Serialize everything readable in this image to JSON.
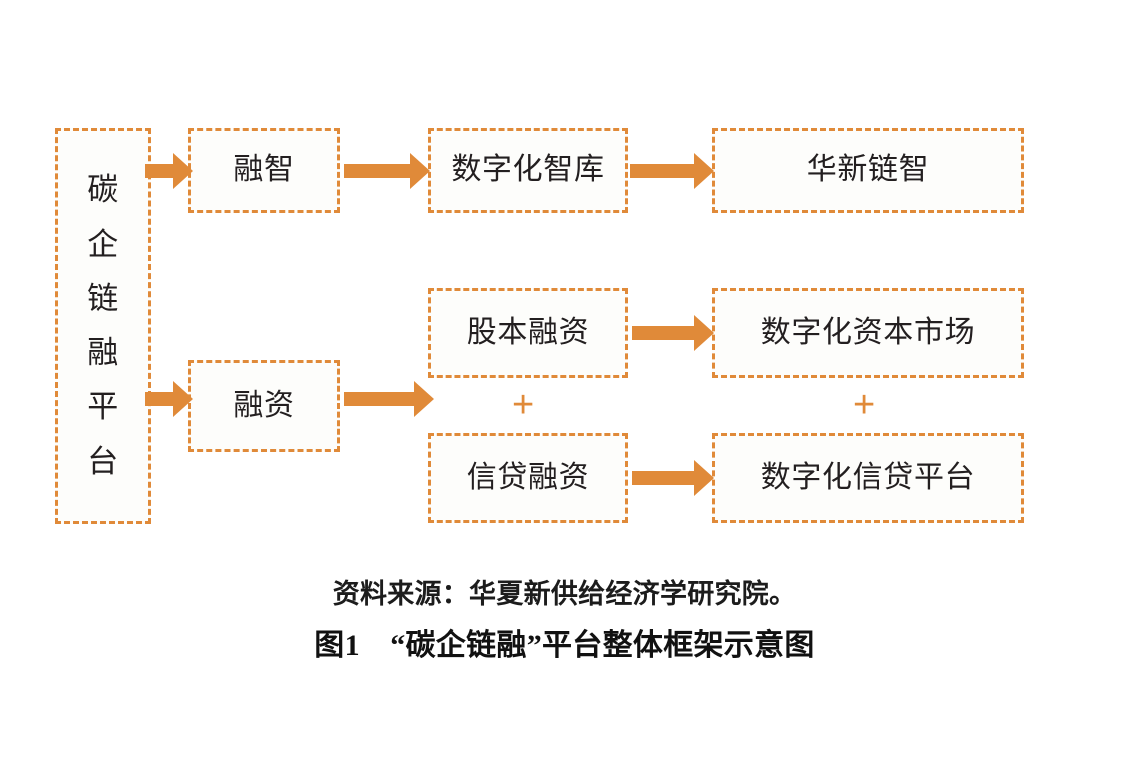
{
  "figure": {
    "accent_color": "#e08a39",
    "box_fill": "#fdfdfb",
    "text_color": "#231f20",
    "nodes": {
      "platform": "碳\n企\n链\n融\n平\n台",
      "rongzhi": "融智",
      "think_tank": "数字化智库",
      "huaxin": "华新链智",
      "financing": "融资",
      "equity": "股本融资",
      "credit": "信贷融资",
      "capital_market": "数字化资本市场",
      "credit_platform": "数字化信贷平台"
    },
    "connectors": {
      "plus_left": "+",
      "plus_right": "+"
    }
  },
  "caption": {
    "source": "资料来源：华夏新供给经济学研究院。",
    "title": "图1　“碳企链融”平台整体框架示意图"
  },
  "chart_data": {
    "type": "diagram",
    "title": "图1　“碳企链融”平台整体框架示意图",
    "source": "资料来源：华夏新供给经济学研究院。",
    "nodes": [
      {
        "id": "platform",
        "label": "碳企链融平台",
        "orientation": "vertical",
        "column": 0
      },
      {
        "id": "rongzhi",
        "label": "融智",
        "column": 1,
        "row": "top"
      },
      {
        "id": "think_tank",
        "label": "数字化智库",
        "column": 2,
        "row": "top"
      },
      {
        "id": "huaxin",
        "label": "华新链智",
        "column": 3,
        "row": "top"
      },
      {
        "id": "financing",
        "label": "融资",
        "column": 1,
        "row": "bottom"
      },
      {
        "id": "equity",
        "label": "股本融资",
        "column": 2,
        "row": "bottom-upper"
      },
      {
        "id": "credit",
        "label": "信贷融资",
        "column": 2,
        "row": "bottom-lower"
      },
      {
        "id": "capital_market",
        "label": "数字化资本市场",
        "column": 3,
        "row": "bottom-upper"
      },
      {
        "id": "credit_platform",
        "label": "数字化信贷平台",
        "column": 3,
        "row": "bottom-lower"
      }
    ],
    "edges": [
      {
        "from": "platform",
        "to": "rongzhi",
        "type": "block-arrow"
      },
      {
        "from": "rongzhi",
        "to": "think_tank",
        "type": "block-arrow"
      },
      {
        "from": "think_tank",
        "to": "huaxin",
        "type": "block-arrow"
      },
      {
        "from": "platform",
        "to": "financing",
        "type": "block-arrow"
      },
      {
        "from": "financing",
        "to": "equity+credit",
        "type": "block-arrow"
      },
      {
        "from": "equity",
        "to": "capital_market",
        "type": "block-arrow"
      },
      {
        "from": "credit",
        "to": "credit_platform",
        "type": "block-arrow"
      }
    ],
    "operators": [
      {
        "symbol": "+",
        "between": [
          "equity",
          "credit"
        ]
      },
      {
        "symbol": "+",
        "between": [
          "capital_market",
          "credit_platform"
        ]
      }
    ]
  }
}
